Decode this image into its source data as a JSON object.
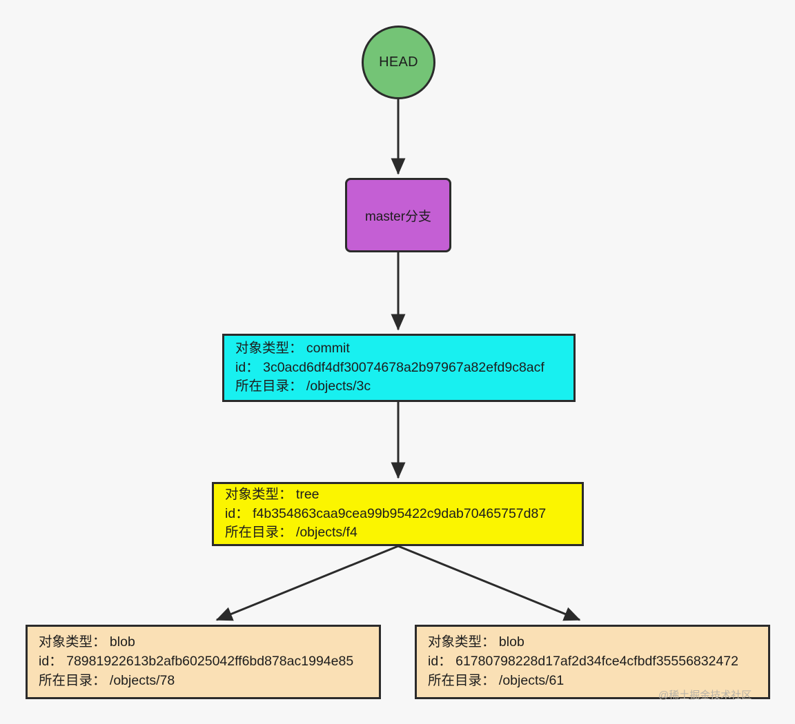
{
  "diagram": {
    "title": "Git object model diagram",
    "background_color": "#f7f7f7",
    "edge_color": "#2b2b2b",
    "nodes": {
      "head": {
        "label": "HEAD",
        "shape": "circle",
        "fill_color": "#74c476"
      },
      "branch": {
        "label": "master分支",
        "shape": "rounded-rect",
        "fill_color": "#c45fd4"
      },
      "commit": {
        "shape": "rect",
        "fill_color": "#18f0f0",
        "type_line": "对象类型： commit",
        "id_line": "id： 3c0acd6df4df30074678a2b97967a82efd9c8acf",
        "dir_line": "所在目录： /objects/3c",
        "object_type": "commit",
        "object_id": "3c0acd6df4df30074678a2b97967a82efd9c8acf",
        "directory": "/objects/3c"
      },
      "tree": {
        "shape": "rect",
        "fill_color": "#fbf500",
        "type_line": "对象类型： tree",
        "id_line": "id： f4b354863caa9cea99b95422c9dab70465757d87",
        "dir_line": "所在目录： /objects/f4",
        "object_type": "tree",
        "object_id": "f4b354863caa9cea99b95422c9dab70465757d87",
        "directory": "/objects/f4"
      },
      "blob_left": {
        "shape": "rect",
        "fill_color": "#fae0b5",
        "type_line": "对象类型： blob",
        "id_line": "id： 78981922613b2afb6025042ff6bd878ac1994e85",
        "dir_line": "所在目录： /objects/78",
        "object_type": "blob",
        "object_id": "78981922613b2afb6025042ff6bd878ac1994e85",
        "directory": "/objects/78"
      },
      "blob_right": {
        "shape": "rect",
        "fill_color": "#fae0b5",
        "type_line": "对象类型： blob",
        "id_line": "id： 61780798228d17af2d34fce4cfbdf35556832472",
        "dir_line": "所在目录： /objects/61",
        "object_type": "blob",
        "object_id": "61780798228d17af2d34fce4cfbdf35556832472",
        "directory": "/objects/61"
      }
    },
    "edges": [
      {
        "from": "head",
        "to": "branch"
      },
      {
        "from": "branch",
        "to": "commit"
      },
      {
        "from": "commit",
        "to": "tree"
      },
      {
        "from": "tree",
        "to": "blob_left"
      },
      {
        "from": "tree",
        "to": "blob_right"
      }
    ]
  },
  "watermark": {
    "text": "@稀土掘金技术社区"
  }
}
